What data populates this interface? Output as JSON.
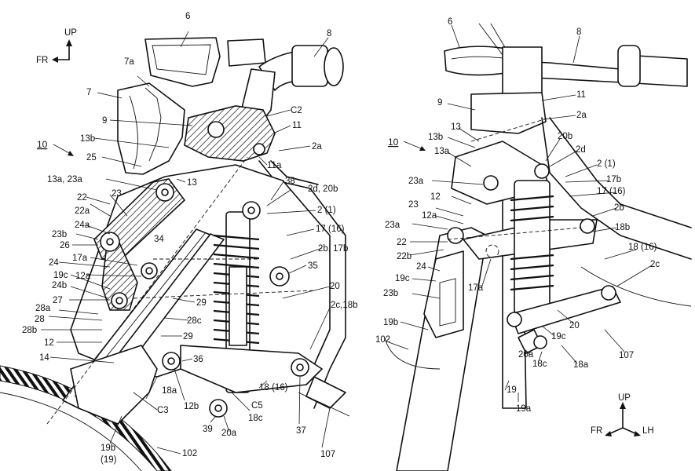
{
  "left_figure": {
    "direction": {
      "up": "UP",
      "fr": "FR"
    },
    "labels": [
      "6",
      "7a",
      "7",
      "8",
      "9",
      "13b",
      "25",
      "13a, 23a",
      "22",
      "22a",
      "24a",
      "23b",
      "26",
      "24",
      "34",
      "17a",
      "12a",
      "19c",
      "27",
      "24b",
      "28a",
      "28",
      "28b",
      "12",
      "14",
      "29",
      "28c",
      "29",
      "12b",
      "18a",
      "36",
      "C3",
      "19b",
      "(19)",
      "102",
      "39",
      "20a",
      "18c",
      "C5",
      "37",
      "107",
      "18 (16)",
      "2c,18b",
      "20",
      "35",
      "2b, 17b",
      "17 (16)",
      "2 (1)",
      "2d, 20b",
      "38",
      "C2",
      "11",
      "2a",
      "11a",
      "13",
      "23"
    ],
    "ref_number": "10"
  },
  "right_figure": {
    "direction": {
      "up": "UP",
      "fr": "FR",
      "lh": "LH"
    },
    "labels": [
      "6",
      "8",
      "9",
      "11",
      "2a",
      "13",
      "13b",
      "13a",
      "20b",
      "2d",
      "2 (1)",
      "23a",
      "12",
      "17b",
      "17 (16)",
      "23",
      "12a",
      "2b",
      "23a",
      "18b",
      "22",
      "22b",
      "18 (16)",
      "24",
      "2c",
      "19c",
      "17a",
      "23b",
      "107",
      "19b",
      "102",
      "20",
      "18a",
      "19c",
      "20a",
      "18c",
      "19",
      "19a"
    ],
    "ref_number": "10"
  }
}
